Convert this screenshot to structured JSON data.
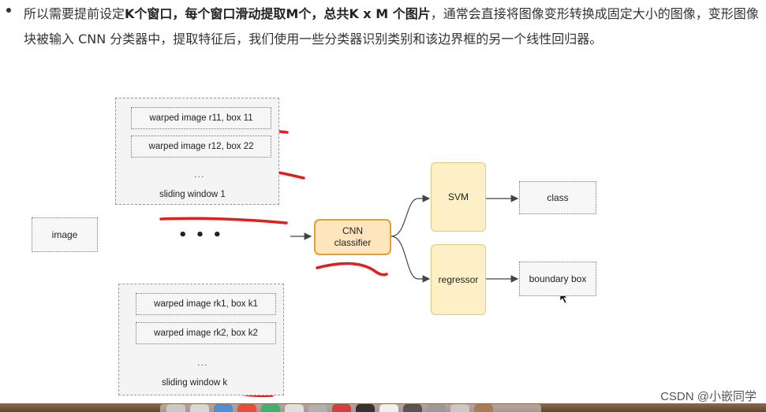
{
  "article": {
    "p1": "所以需要提前设定",
    "b1": "K个窗口，每个窗口滑动提取M个，总共K x M 个图片",
    "p2": "，通常会直接将图像变形转换成固定大小的图像，变形图像块被输入 CNN 分类器中，提取特征后，我们使用一些分类器识别类别和该边界框的另一个线性回归器。"
  },
  "diagram": {
    "image_label": "image",
    "window1": {
      "box1": "warped image r11, box 11",
      "box2": "warped image r12, box 22",
      "ellipsis": "...",
      "label": "sliding window 1"
    },
    "middle_ellipsis": "• • •",
    "windowk": {
      "box1": "warped image rk1, box k1",
      "box2": "warped image rk2, box k2",
      "ellipsis": "...",
      "label": "sliding window k"
    },
    "cnn_line1": "CNN",
    "cnn_line2": "classifier",
    "svm_label": "SVM",
    "regressor_label": "regressor",
    "class_label": "class",
    "bbox_label": "boundary box"
  },
  "watermark": "CSDN @小嵌同学",
  "colors": {
    "annotation_red": "#e0201c",
    "cnn_border": "#e0a03a",
    "cnn_fill": "#fde6bd",
    "yellow_fill": "#fdf0c6"
  },
  "icons": [
    "cursor-arrow-icon"
  ]
}
